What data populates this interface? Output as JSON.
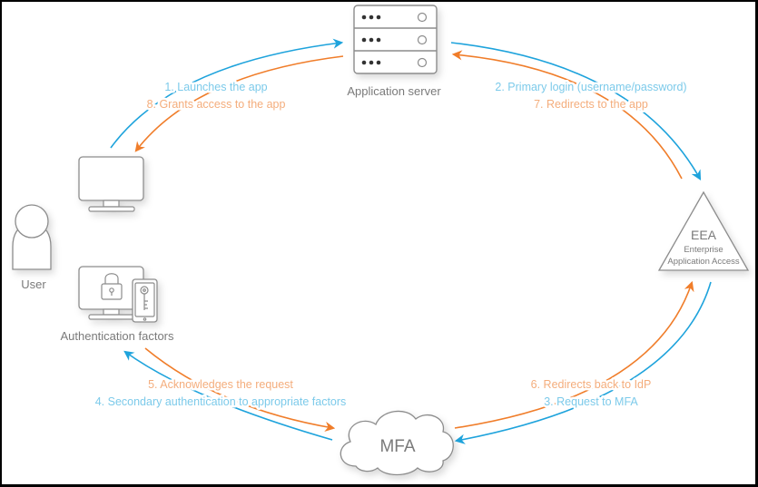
{
  "diagram": {
    "title": "MFA authentication flow",
    "colors": {
      "request": "#1ea3dc",
      "response": "#f07d2a",
      "request_text": "#7ccaea",
      "response_text": "#f4ad7c",
      "outline": "#8c8c8c",
      "node_text": "#7a7a7a"
    },
    "nodes": {
      "app_server": {
        "label": "Application server",
        "icon": "server-icon"
      },
      "eea": {
        "title": "EEA",
        "line1": "Enterprise",
        "line2": "Application Access",
        "icon": "triangle-icon"
      },
      "mfa": {
        "label": "MFA",
        "icon": "cloud-icon"
      },
      "user": {
        "label": "User",
        "icon": "user-icon"
      },
      "computer": {
        "icon": "monitor-icon"
      },
      "auth_factors": {
        "label": "Authentication factors",
        "icon": "lock-monitor-and-key-phone-icon"
      }
    },
    "steps": [
      {
        "id": 1,
        "text": "1. Launches the app",
        "kind": "request"
      },
      {
        "id": 2,
        "text": "2. Primary login (username/password)",
        "kind": "request"
      },
      {
        "id": 3,
        "text": "3. Request to MFA",
        "kind": "request"
      },
      {
        "id": 4,
        "text": "4. Secondary authentication to appropriate factors",
        "kind": "request"
      },
      {
        "id": 5,
        "text": "5. Acknowledges the request",
        "kind": "response"
      },
      {
        "id": 6,
        "text": "6. Redirects back to IdP",
        "kind": "response"
      },
      {
        "id": 7,
        "text": "7. Redirects to the app",
        "kind": "response"
      },
      {
        "id": 8,
        "text": "8. Grants access to the app",
        "kind": "response"
      }
    ]
  }
}
